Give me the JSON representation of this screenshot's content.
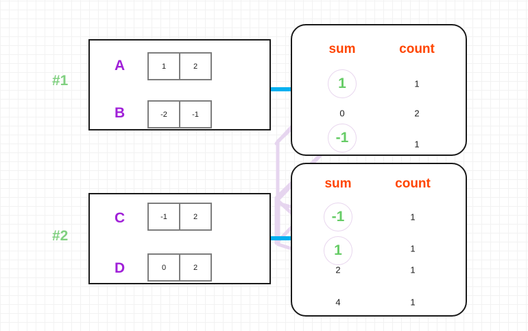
{
  "diagram": {
    "title": "Shuffle of partial sums and counts into aggregated sum/count tables",
    "colors": {
      "group_border": "#1a1a1a",
      "cell_border": "#7d7d7d",
      "row_letter": "#a020d8",
      "group_label": "#80d080",
      "column_header": "#ff4500",
      "highlight_value": "#66cc66",
      "arrow": "#00b0f0",
      "link_line": "#e6d5ef",
      "grid_minor": "#f2f2f2",
      "grid_major": "#e6e6e6"
    }
  },
  "groups": [
    {
      "label": "#1",
      "rows": [
        {
          "letter": "A",
          "cells": [
            "1",
            "2"
          ]
        },
        {
          "letter": "B",
          "cells": [
            "-2",
            "-1"
          ]
        }
      ]
    },
    {
      "label": "#2",
      "rows": [
        {
          "letter": "C",
          "cells": [
            "-1",
            "2"
          ]
        },
        {
          "letter": "D",
          "cells": [
            "0",
            "2"
          ]
        }
      ]
    }
  ],
  "panels": [
    {
      "headers": {
        "sum": "sum",
        "count": "count"
      },
      "rows": [
        {
          "sum": "1",
          "count": "1",
          "highlight": true
        },
        {
          "sum": "0",
          "count": "2",
          "highlight": false
        },
        {
          "sum": "-1",
          "count": "1",
          "highlight": true
        }
      ]
    },
    {
      "headers": {
        "sum": "sum",
        "count": "count"
      },
      "rows": [
        {
          "sum": "-1",
          "count": "1",
          "highlight": true
        },
        {
          "sum": "1",
          "count": "1",
          "highlight": true
        },
        {
          "sum": "2",
          "count": "1",
          "highlight": false
        },
        {
          "sum": "4",
          "count": "1",
          "highlight": false
        }
      ]
    }
  ],
  "arrows": [
    {
      "name": "shuffle-arrow-group-1"
    },
    {
      "name": "shuffle-arrow-group-2"
    }
  ],
  "links": [
    {
      "name": "link-sum1-to-panel2-minus1"
    },
    {
      "name": "link-sum-minus1-to-panel2-one"
    }
  ]
}
